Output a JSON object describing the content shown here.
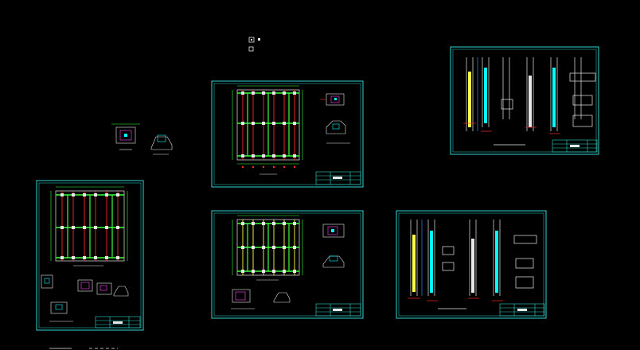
{
  "app": {
    "kind": "cad-model-space",
    "background": "#000000",
    "colors": {
      "frame": "#2fd6cf",
      "red": "#ff2a2a",
      "green": "#3cff3c",
      "yellow": "#ffff46",
      "white": "#e8e8e8",
      "cyan": "#00ffff",
      "blue": "#2d8cff",
      "magenta": "#ff4cff"
    }
  },
  "sheets": [
    {
      "id": "plan-sheet-top",
      "kind": "plan",
      "grid": "red-green"
    },
    {
      "id": "plan-sheet-left",
      "kind": "plan",
      "grid": "red-green"
    },
    {
      "id": "plan-sheet-middle",
      "kind": "plan",
      "grid": "yellow-green"
    },
    {
      "id": "section-sheet-right-top",
      "kind": "sections"
    },
    {
      "id": "section-sheet-right-bottom",
      "kind": "sections"
    }
  ],
  "loose_details": [
    {
      "id": "detail-a"
    },
    {
      "id": "detail-b"
    }
  ],
  "icons": [
    "ucs-icon",
    "viewport-marker-icon"
  ]
}
